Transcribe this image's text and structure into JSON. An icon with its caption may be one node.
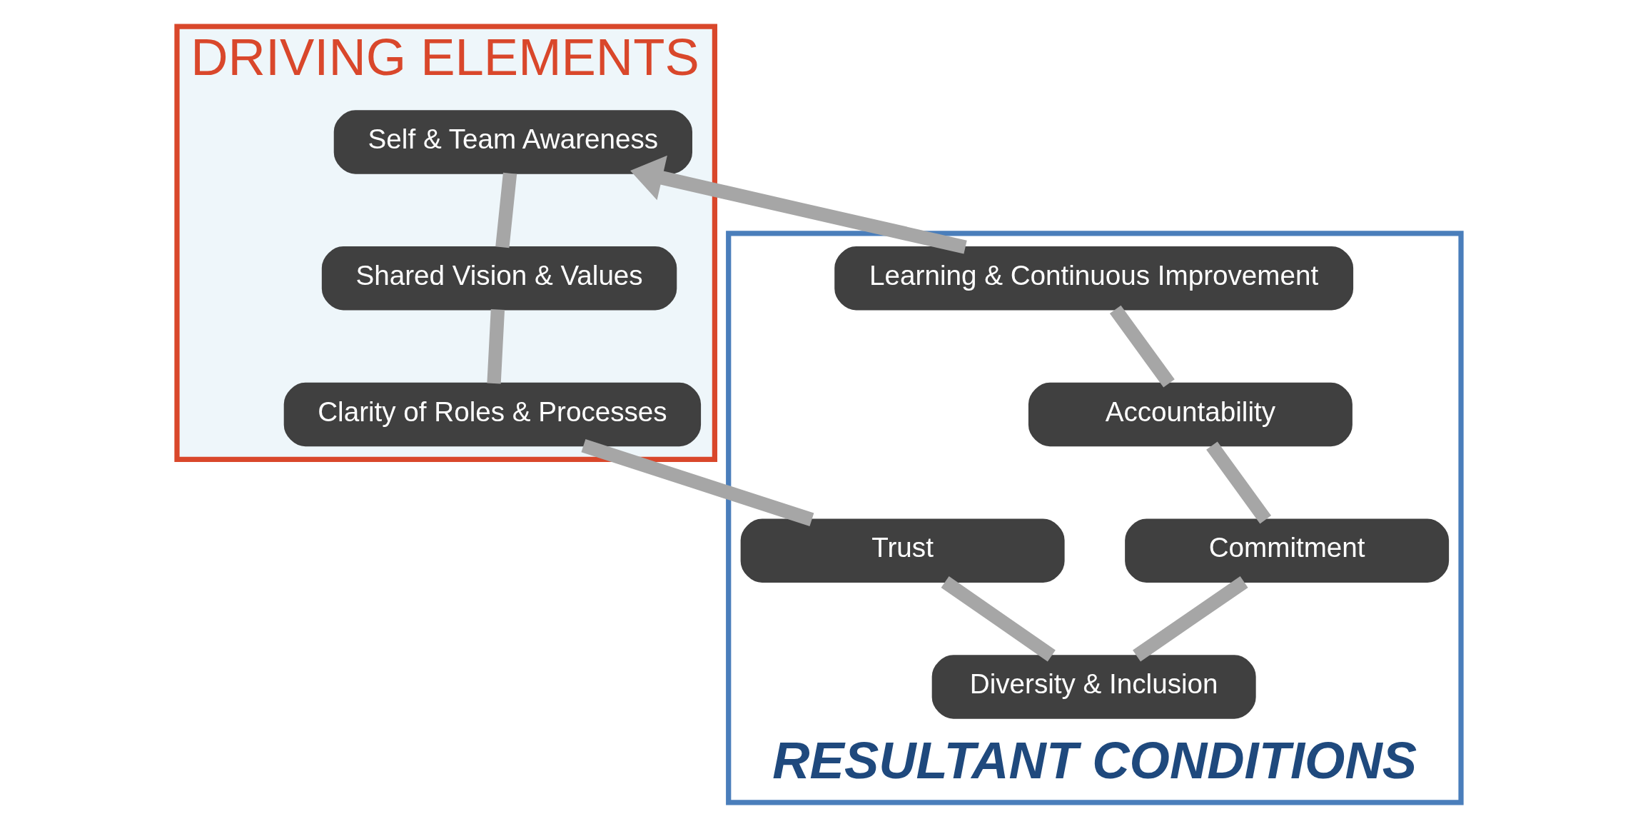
{
  "diagram": {
    "nodes": [
      {
        "text": [
          "DRIVING ELEMENTS"
        ]
      },
      {
        "text": [
          "Self & Team Awareness"
        ],
        "in": 0
      },
      {
        "text": [
          "Shared Vision & Values"
        ],
        "in": 0
      },
      {
        "text": [
          "Clarity of Roles & Processes"
        ],
        "in": 0
      },
      {
        "text": [
          "RESULTANT CONDITIONS"
        ]
      },
      {
        "text": [
          "Learning & Continuous Improvement"
        ],
        "in": 4
      },
      {
        "text": [
          "Accountability"
        ],
        "in": 4
      },
      {
        "text": [
          "Commitment"
        ],
        "in": 4
      },
      {
        "text": [
          "Diversity & Inclusion"
        ],
        "in": 4
      },
      {
        "text": [
          "Trust"
        ],
        "in": 4
      }
    ],
    "edges": [
      {
        "from": 1,
        "to": 2,
        "arrow": "none"
      },
      {
        "from": 2,
        "to": 3,
        "arrow": "none"
      },
      {
        "from": 3,
        "to": 9,
        "arrow": "none"
      },
      {
        "from": 9,
        "to": 8,
        "arrow": "none"
      },
      {
        "from": 8,
        "to": 7,
        "arrow": "none"
      },
      {
        "from": 7,
        "to": 6,
        "arrow": "none"
      },
      {
        "from": 6,
        "to": 5,
        "arrow": "none"
      },
      {
        "from": 5,
        "to": 1,
        "arrow": "to"
      }
    ]
  }
}
